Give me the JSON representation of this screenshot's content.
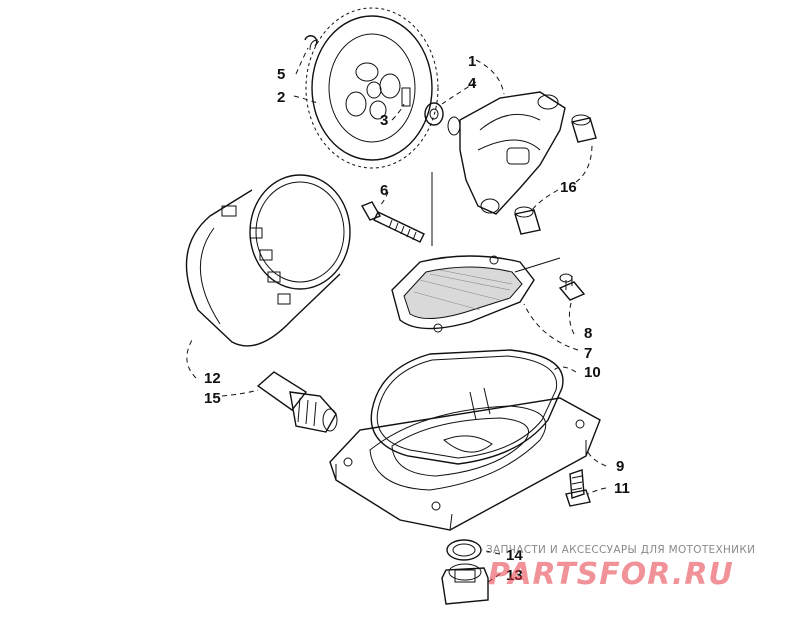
{
  "callouts": [
    {
      "id": "c1",
      "label": "1"
    },
    {
      "id": "c2",
      "label": "2"
    },
    {
      "id": "c3",
      "label": "3"
    },
    {
      "id": "c4",
      "label": "4"
    },
    {
      "id": "c5",
      "label": "5"
    },
    {
      "id": "c6",
      "label": "6"
    },
    {
      "id": "c7",
      "label": "7"
    },
    {
      "id": "c8",
      "label": "8"
    },
    {
      "id": "c9",
      "label": "9"
    },
    {
      "id": "c10",
      "label": "10"
    },
    {
      "id": "c11",
      "label": "11"
    },
    {
      "id": "c12",
      "label": "12"
    },
    {
      "id": "c13",
      "label": "13"
    },
    {
      "id": "c14",
      "label": "14"
    },
    {
      "id": "c15",
      "label": "15"
    },
    {
      "id": "c16",
      "label": "16"
    }
  ],
  "watermark": {
    "tagline": "ЗАПЧАСТИ И АКСЕССУАРЫ ДЛЯ МОТОТЕХНИКИ",
    "brand": "PARTSFOR.RU"
  }
}
